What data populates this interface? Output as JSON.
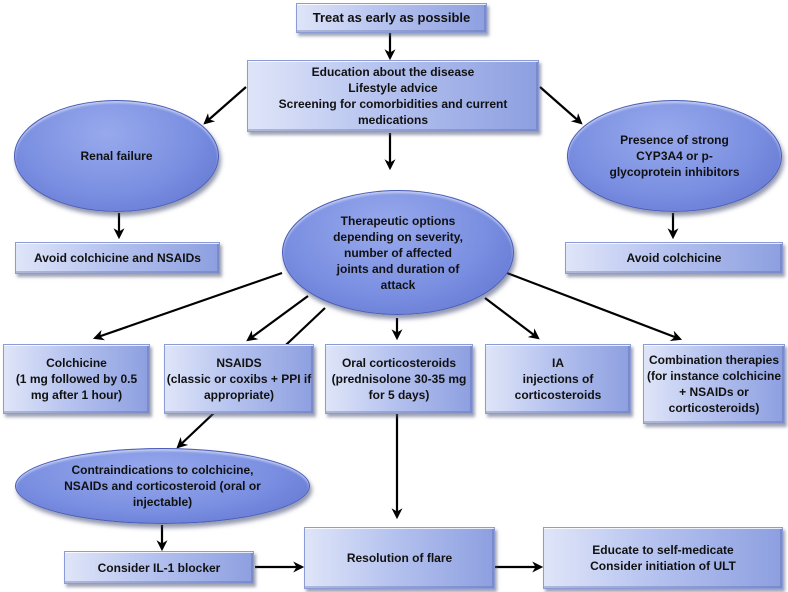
{
  "title": "Gout flare management algorithm",
  "nodes": {
    "treat_early": "Treat as early as possible",
    "education": "Education about the disease\nLifestyle advice\nScreening for comorbidities and current medications",
    "renal_failure": "Renal failure",
    "avoid_colchicine_nsaids": "Avoid colchicine and NSAIDs",
    "cyp3a4": "Presence of strong\nCYP3A4 or p-\nglycoprotein inhibitors",
    "avoid_colchicine": "Avoid colchicine",
    "therapeutic_options": "Therapeutic options\ndepending on severity,\nnumber of affected\njoints and duration of\nattack",
    "colchicine": "Colchicine\n(1 mg followed by 0.5\nmg after 1 hour)",
    "nsaids": "NSAIDS\n(classic or coxibs + PPI if\nappropriate)",
    "oral_corticosteroids": "Oral corticosteroids\n(prednisolone 30-35 mg\nfor 5 days)",
    "ia_injections": "IA\ninjections of\ncorticosteroids",
    "combination": "Combination therapies\n(for instance colchicine\n+ NSAIDs or\ncorticosteroids)",
    "contraindications": "Contraindications to colchicine,\nNSAIDs and corticosteroid (oral or\ninjectable)",
    "il1_blocker": "Consider IL-1 blocker",
    "resolution": "Resolution of flare",
    "educate_self": "Educate to self-medicate\nConsider initiation of ULT"
  },
  "edges": [
    {
      "from": "treat_early",
      "to": "education"
    },
    {
      "from": "education",
      "to": "renal_failure"
    },
    {
      "from": "education",
      "to": "cyp3a4"
    },
    {
      "from": "education",
      "to": "therapeutic_options"
    },
    {
      "from": "renal_failure",
      "to": "avoid_colchicine_nsaids"
    },
    {
      "from": "cyp3a4",
      "to": "avoid_colchicine"
    },
    {
      "from": "therapeutic_options",
      "to": "colchicine"
    },
    {
      "from": "therapeutic_options",
      "to": "nsaids"
    },
    {
      "from": "therapeutic_options",
      "to": "oral_corticosteroids"
    },
    {
      "from": "therapeutic_options",
      "to": "ia_injections"
    },
    {
      "from": "therapeutic_options",
      "to": "combination"
    },
    {
      "from": "therapeutic_options",
      "to": "contraindications"
    },
    {
      "from": "contraindications",
      "to": "il1_blocker"
    },
    {
      "from": "oral_corticosteroids",
      "to": "resolution"
    },
    {
      "from": "il1_blocker",
      "to": "resolution"
    },
    {
      "from": "resolution",
      "to": "educate_self"
    }
  ],
  "colors": {
    "box_light": "#dfe5f8",
    "box_dark": "#8d9fe0",
    "ellipse": "#7a8fe1",
    "arrow": "#000000",
    "text": "#111111"
  }
}
